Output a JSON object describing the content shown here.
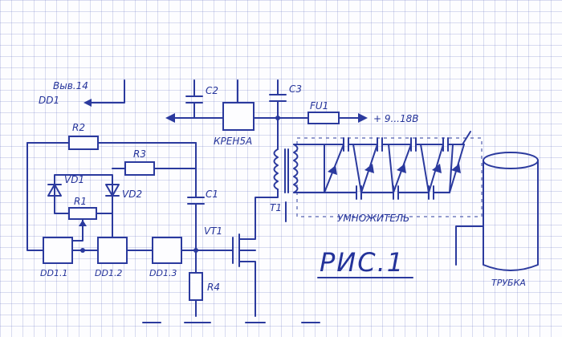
{
  "labels": {
    "pin_note_1": "Выв.14",
    "pin_note_2": "DD1",
    "c2": "C2",
    "c3": "C3",
    "fu1": "FU1",
    "supply": "+ 9...18В",
    "regulator": "КРЕН5А",
    "r2": "R2",
    "r3": "R3",
    "vd1": "VD1",
    "vd2": "VD2",
    "r1": "R1",
    "c1": "C1",
    "vt1": "VT1",
    "t1": "T1",
    "multiplier": "УМНОЖИТЕЛЬ",
    "figure": "РИС.1",
    "tube": "ТРУБКА",
    "dd11": "DD1.1",
    "dd12": "DD1.2",
    "dd13": "DD1.3",
    "r4": "R4"
  },
  "colors": {
    "ink": "#2b3a9e",
    "grid": "#8890cc",
    "paper": "#fdfdff"
  }
}
